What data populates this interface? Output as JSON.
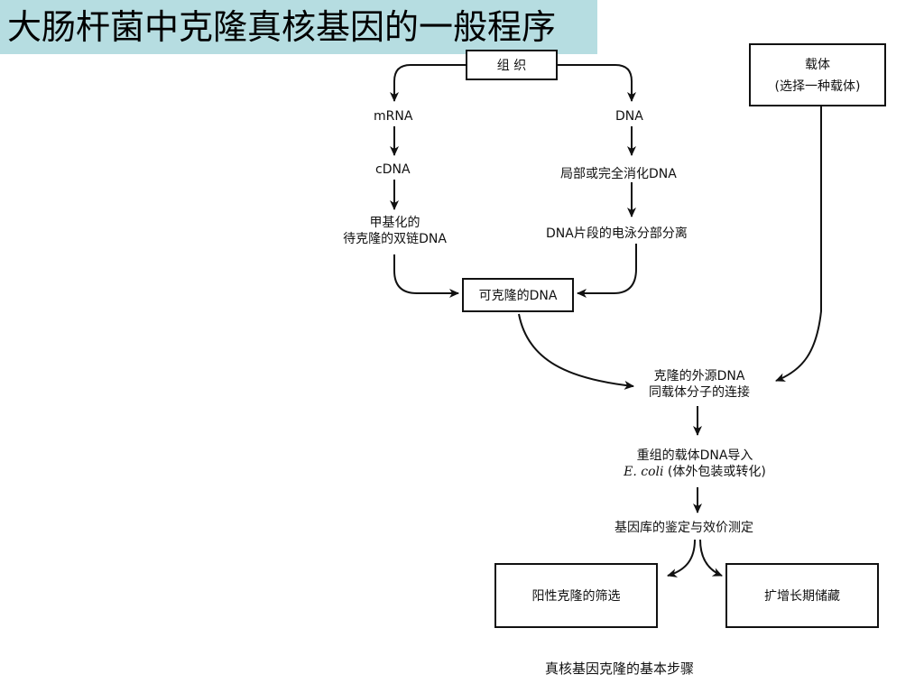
{
  "title": "大肠杆菌中克隆真核基因的一般程序",
  "tissue": "组  织",
  "vector": {
    "line1": "载体",
    "line2": "(选择一种载体)"
  },
  "left_path": {
    "mrna": "mRNA",
    "cdna": "cDNA",
    "methyl_line1": "甲基化的",
    "methyl_line2": "待克隆的双链DNA"
  },
  "right_path": {
    "dna": "DNA",
    "digest": "局部或完全消化DNA",
    "electro": "DNA片段的电泳分部分离"
  },
  "cloneable": "可克隆的DNA",
  "ligation": {
    "line1": "克隆的外源DNA",
    "line2": "同载体分子的连接"
  },
  "intro": {
    "line1": "重组的载体DNA导入",
    "line2_ecoli": "E. coli",
    "line2_rest": " (体外包装或转化)"
  },
  "library": "基因库的鉴定与效价测定",
  "screening": "阳性克隆的筛选",
  "storage": "扩增长期储藏",
  "caption": "真核基因克隆的基本步骤"
}
